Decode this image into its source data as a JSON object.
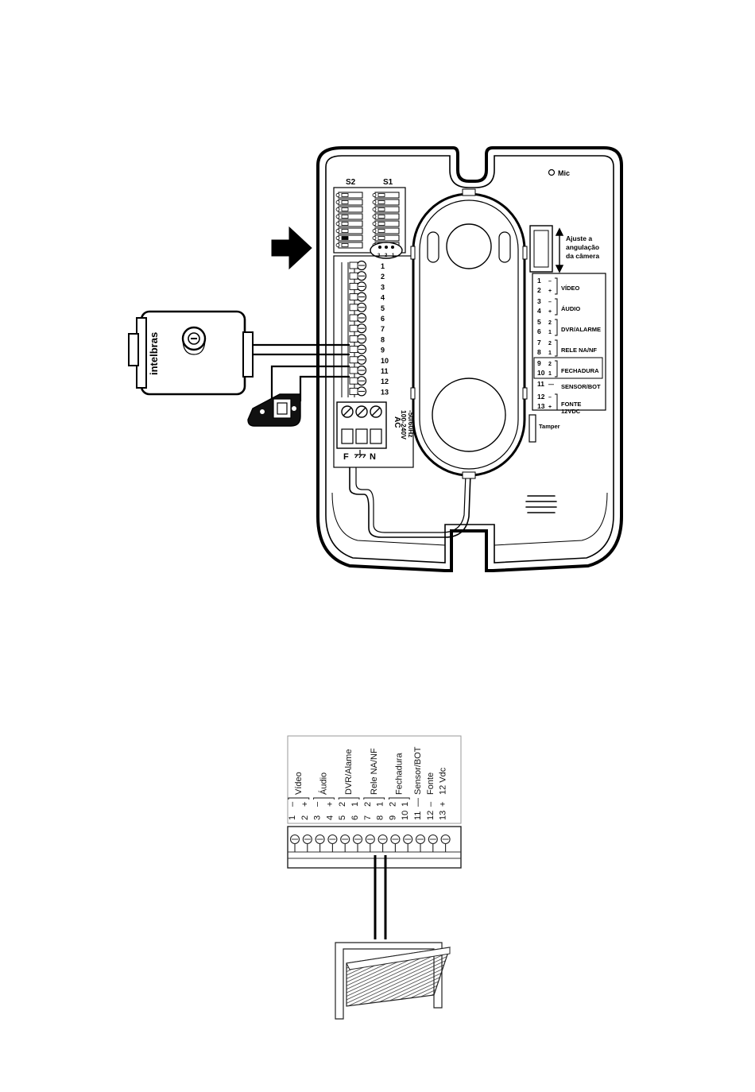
{
  "device": {
    "mic_label": "Mic",
    "s2_label": "S2",
    "s1_label": "S1",
    "jumper_numbers": [
      "3",
      "2",
      "1"
    ],
    "terminal_numbers": [
      "1",
      "2",
      "3",
      "4",
      "5",
      "6",
      "7",
      "8",
      "9",
      "10",
      "11",
      "12",
      "13"
    ],
    "camera_adjust": [
      "Ajuste a",
      "angulação",
      "da câmera"
    ],
    "tamper_label": "Tamper",
    "ac_label": "AC",
    "ac_voltage": "100-240V",
    "ac_freq": "-50/60Hz",
    "power_terminals": [
      "F",
      "N"
    ],
    "pin_table": [
      {
        "pins": [
          {
            "n": "1",
            "p": "–"
          },
          {
            "n": "2",
            "p": "+"
          }
        ],
        "name": "VÍDEO"
      },
      {
        "pins": [
          {
            "n": "3",
            "p": "–"
          },
          {
            "n": "4",
            "p": "+"
          }
        ],
        "name": "ÁUDIO"
      },
      {
        "pins": [
          {
            "n": "5",
            "p": "2"
          },
          {
            "n": "6",
            "p": "1"
          }
        ],
        "name": "DVR/ALARME"
      },
      {
        "pins": [
          {
            "n": "7",
            "p": "2"
          },
          {
            "n": "8",
            "p": "1"
          }
        ],
        "name": "RELE NA/NF"
      },
      {
        "pins": [
          {
            "n": "9",
            "p": "2"
          },
          {
            "n": "10",
            "p": "1"
          }
        ],
        "name": "FECHADURA"
      },
      {
        "pins": [
          {
            "n": "11",
            "p": "—"
          }
        ],
        "name": "SENSOR/BOT"
      },
      {
        "pins": [
          {
            "n": "12",
            "p": "–"
          },
          {
            "n": "13",
            "p": "+"
          }
        ],
        "name": "FONTE",
        "name2": "12VDC"
      }
    ]
  },
  "lock": {
    "brand": "intelbras"
  },
  "bottom_diagram": {
    "labels": [
      {
        "num": "1",
        "sign": "–",
        "name": "Vídeo"
      },
      {
        "num": "2",
        "sign": "+",
        "name": ""
      },
      {
        "num": "3",
        "sign": "–",
        "name": "Áudio"
      },
      {
        "num": "4",
        "sign": "+",
        "name": ""
      },
      {
        "num": "5",
        "sign": "2",
        "name": "DVR/Alame"
      },
      {
        "num": "6",
        "sign": "1",
        "name": ""
      },
      {
        "num": "7",
        "sign": "2",
        "name": "Rele NA/NF"
      },
      {
        "num": "8",
        "sign": "1",
        "name": ""
      },
      {
        "num": "9",
        "sign": "2",
        "name": "Fechadura"
      },
      {
        "num": "10",
        "sign": "1",
        "name": ""
      },
      {
        "num": "11",
        "sign": "—",
        "name": "Sensor/BOT"
      },
      {
        "num": "12",
        "sign": "–",
        "name": "Fonte"
      },
      {
        "num": "13",
        "sign": "+",
        "name": "12 Vdc"
      }
    ]
  }
}
